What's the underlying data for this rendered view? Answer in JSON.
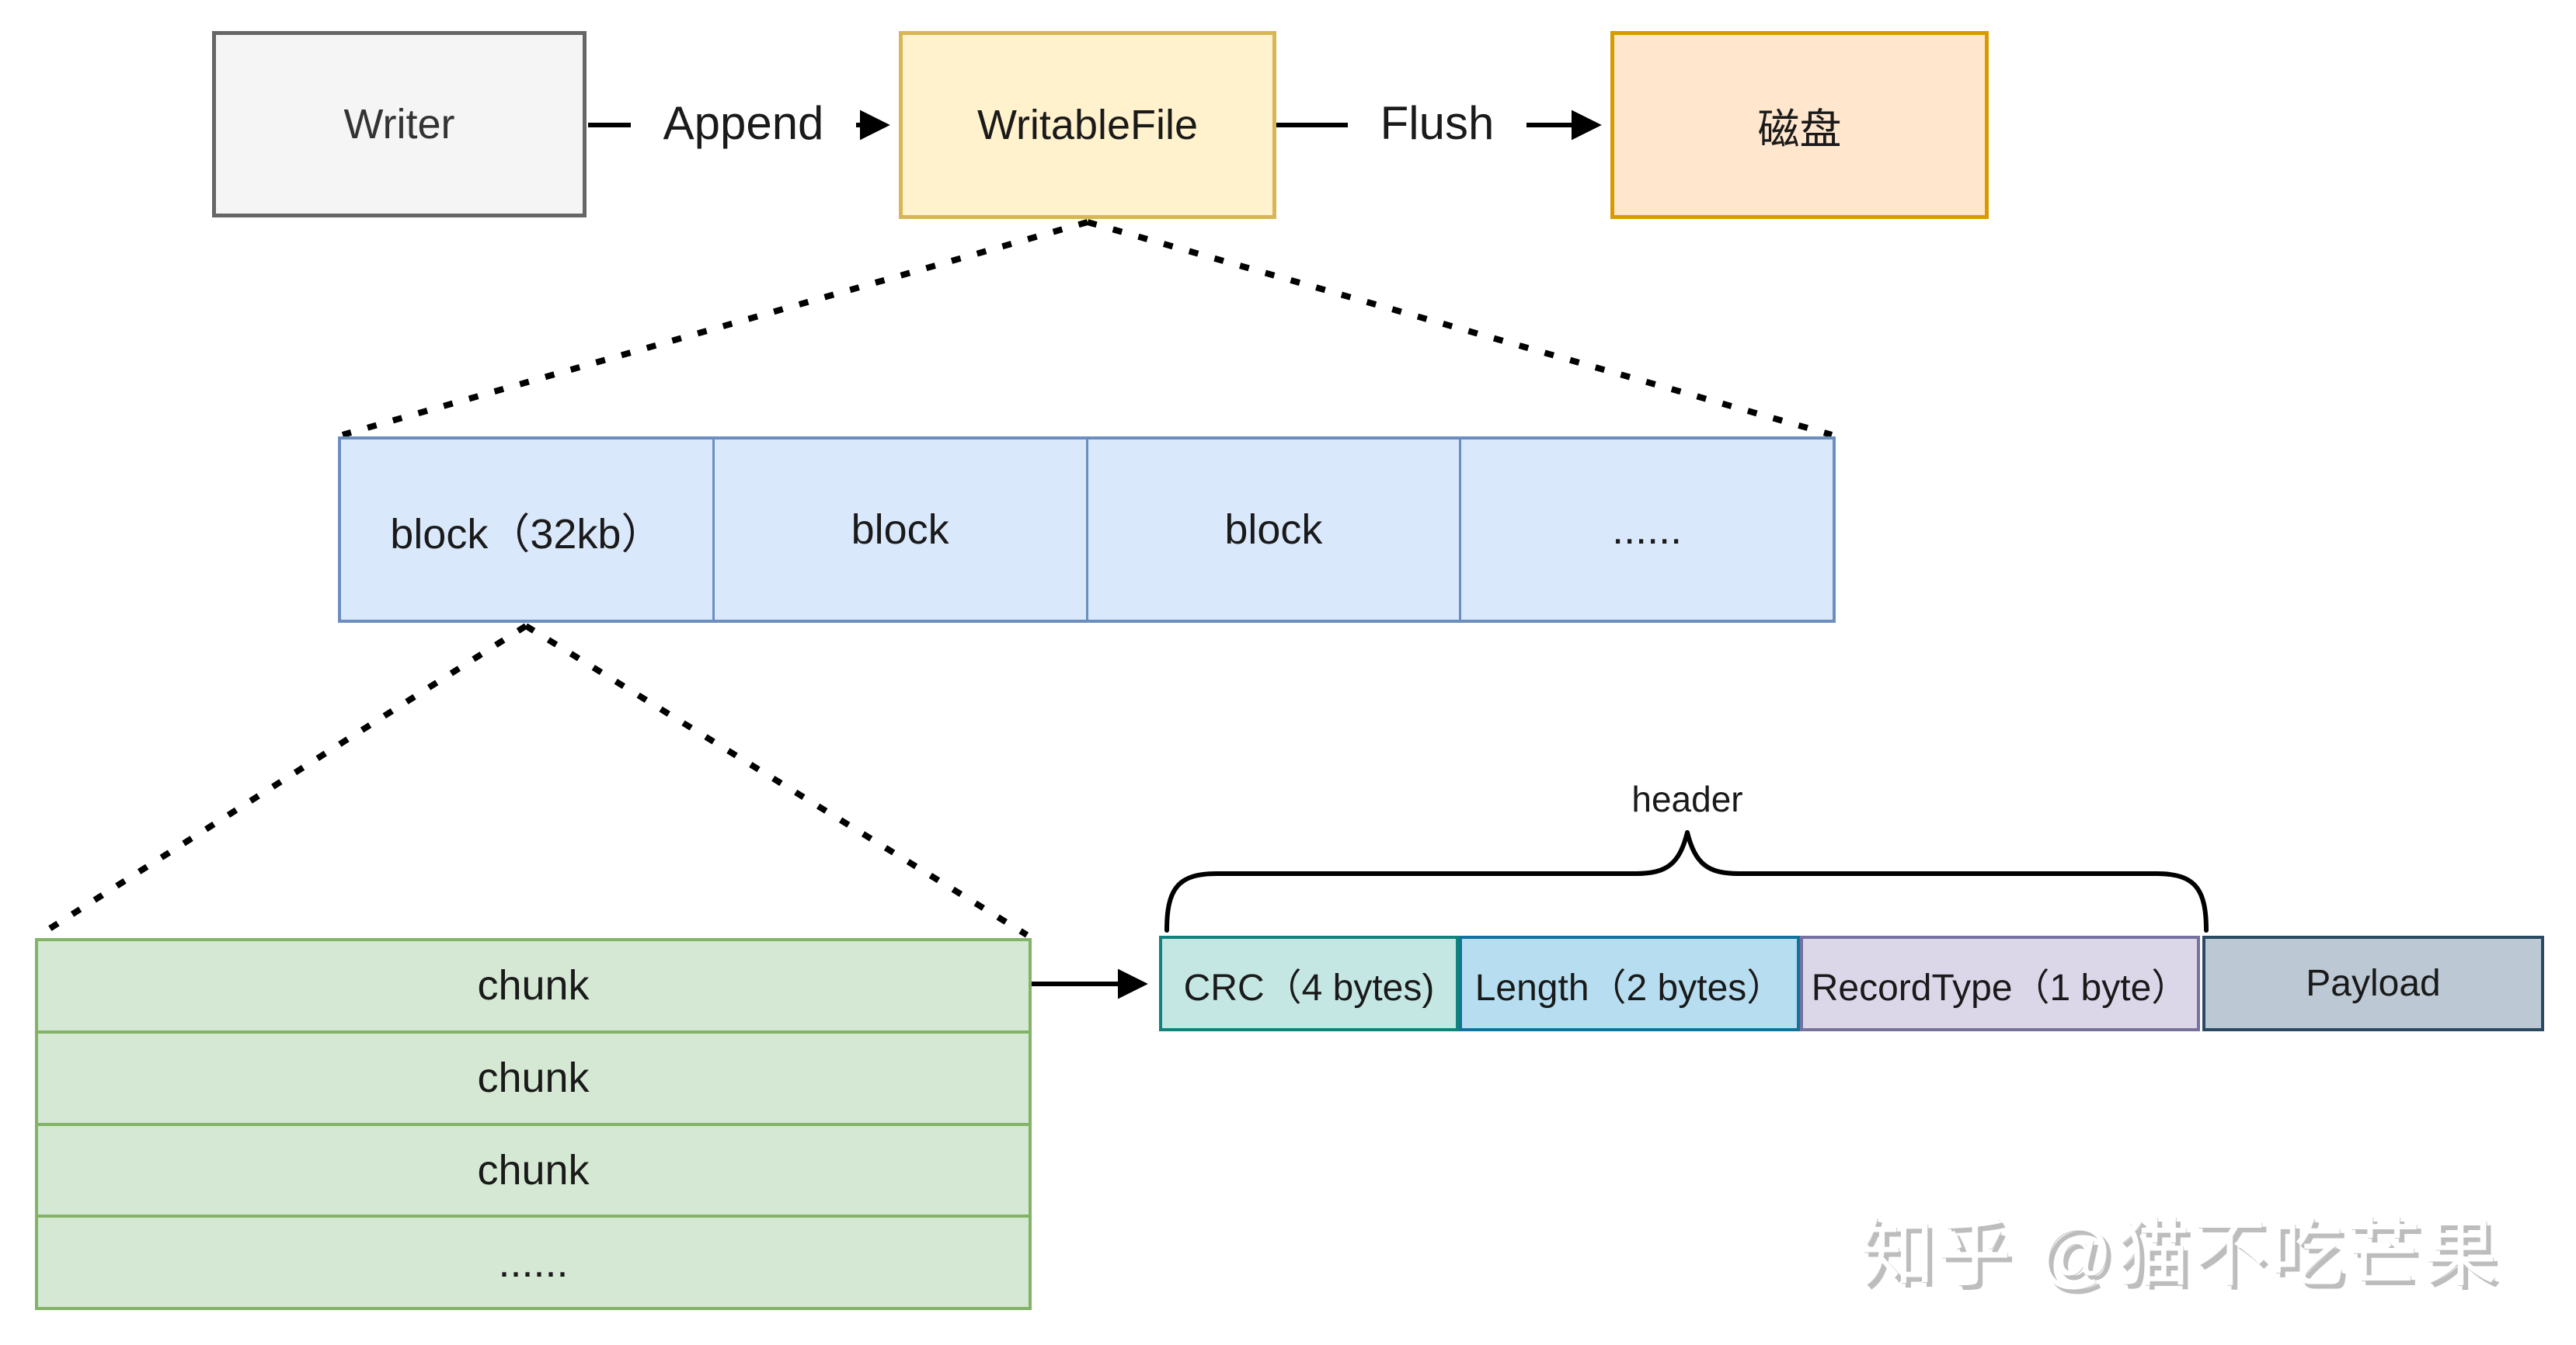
{
  "diagram": {
    "title_implied": "WAL log file structure flow",
    "top_flow": {
      "writer_label": "Writer",
      "append_label": "Append",
      "writablefile_label": "WritableFile",
      "flush_label": "Flush",
      "disk_label": "磁盘"
    },
    "block_row": {
      "cells": [
        "block（32kb）",
        "block",
        "block",
        "......"
      ]
    },
    "chunk_stack": {
      "rows": [
        "chunk",
        "chunk",
        "chunk",
        "......"
      ]
    },
    "record_row": {
      "header_brace_label": "header",
      "cells": [
        {
          "label": "CRC（4 bytes)"
        },
        {
          "label": "Length（2 bytes）"
        },
        {
          "label": "RecordType（1 byte）"
        },
        {
          "label": "Payload"
        }
      ]
    },
    "watermark_text": "知乎 @猫不吃芒果",
    "palette": {
      "writer_fill": "#f5f5f5",
      "writer_border": "#666666",
      "writablefile_fill": "#fff2cc",
      "writablefile_border": "#d6b656",
      "disk_fill": "#ffe6cc",
      "disk_border": "#d79b00",
      "block_fill": "#dae8fc",
      "block_border": "#6c8ebf",
      "chunk_fill": "#d5e8d4",
      "chunk_border": "#82b366",
      "crc_fill": "#c5e7e3",
      "crc_border": "#11837c",
      "length_fill": "#b7def0",
      "length_border": "#10739e",
      "recordtype_fill": "#dcd6e9",
      "recordtype_border": "#76729e",
      "payload_fill": "#bcc9d4",
      "payload_border": "#2a4a62",
      "connector": "#000000",
      "watermark_gray": "#bdbdbd"
    }
  }
}
